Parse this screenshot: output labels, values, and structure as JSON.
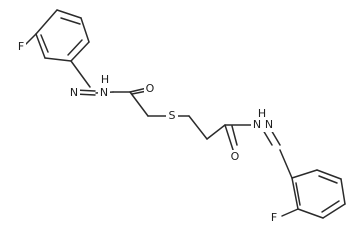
{
  "molecule": {
    "atoms": {
      "f_left": "F",
      "f_right": "F",
      "n_left_1": "N",
      "n_left_2": "N",
      "h_left": "H",
      "o_left": "O",
      "s_center": "S",
      "o_right": "O",
      "n_right_1": "N",
      "n_right_2": "N",
      "h_right": "H"
    }
  }
}
